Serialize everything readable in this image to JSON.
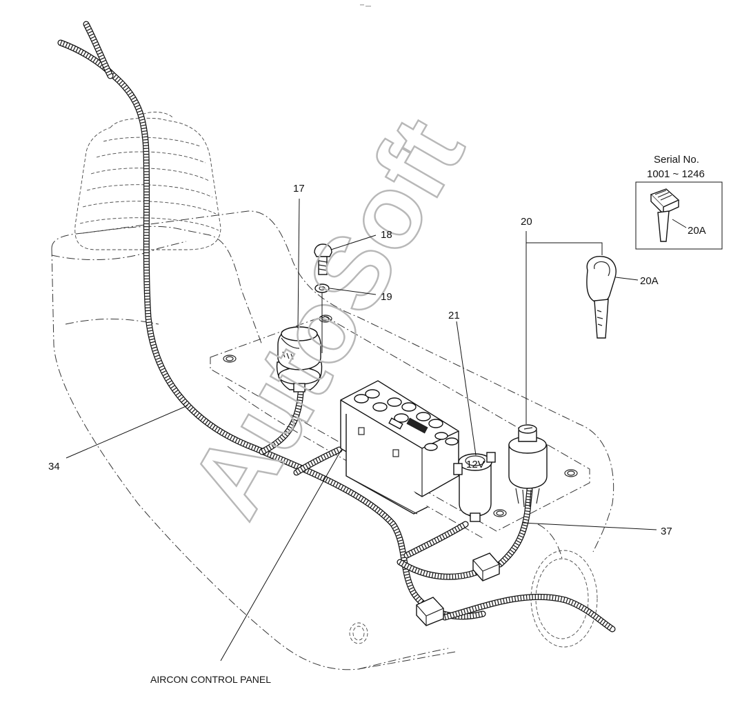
{
  "diagram": {
    "watermark": "AutoSoft",
    "serial_box": {
      "heading_line1": "Serial No.",
      "heading_line2": "1001 ~ 1246",
      "label": "20A"
    },
    "callouts": {
      "p17": "17",
      "p18": "18",
      "p19": "19",
      "p20": "20",
      "p20a": "20A",
      "p21": "21",
      "p34": "34",
      "p37": "37"
    },
    "caption": "AIRCON CONTROL PANEL",
    "socket_mark": "12V"
  }
}
